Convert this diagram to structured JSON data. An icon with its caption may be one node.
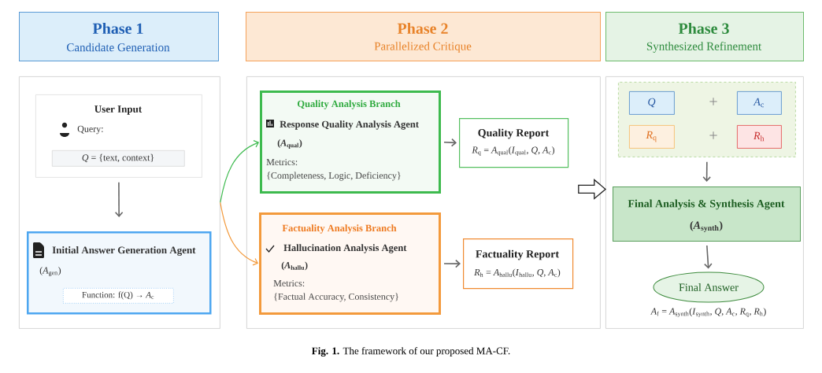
{
  "diagram": {
    "caption": "**Fig. 1.** The framework of our proposed MA-CF.",
    "nodes": [
      {
        "text": [
          "Phase 1",
          "Candidate Generation"
        ]
      },
      {
        "text": [
          "Phase 2",
          "Parallelized Critique"
        ]
      },
      {
        "text": [
          "Phase 3",
          "Synthesized Refinement"
        ]
      },
      {
        "text": [],
        "shape": "box"
      },
      {
        "text": [
          "User Input",
          "Query:"
        ],
        "in": 3
      },
      {
        "text": [
          "*Q* = {text, context}"
        ],
        "in": 4
      },
      {
        "text": [
          "Initial Answer Generation Agent",
          "(*A*$_{gen}$)"
        ],
        "in": 3
      },
      {
        "text": [
          "Function: f(Q) → *A*$_{c}$"
        ],
        "in": 6
      },
      {
        "text": [],
        "shape": "box"
      },
      {
        "text": [
          "Quality Analysis Branch",
          "Response Quality Analysis Agent",
          "(*A*$_{qual}$)",
          "Metrics:",
          "{Completeness, Logic, Deficiency}"
        ],
        "in": 8
      },
      {
        "text": [
          "Quality Report",
          "*R*$_{q}$ = *A*$_{qual}$(*I*$_{qual}$, *Q*, *A*$_{c}$)"
        ],
        "in": 8
      },
      {
        "text": [
          "Factuality Analysis Branch",
          "Hallucination Analysis Agent",
          "(*A*$_{hallu}$)",
          "Metrics:",
          "{Factual Accuracy, Consistency}"
        ],
        "in": 8
      },
      {
        "text": [
          "Factuality Report",
          "*R*$_{h}$ = *A*$_{hallu}$(*I*$_{hallu}$, *Q*, *A*$_{c}$)"
        ],
        "in": 8
      },
      {
        "text": [],
        "shape": "box"
      },
      {
        "text": [],
        "shape": "box",
        "in": 13
      },
      {
        "text": [
          "Q"
        ],
        "in": 14
      },
      {
        "text": [
          "*A*$_{c}$"
        ],
        "in": 14
      },
      {
        "text": [
          "*R*$_{q}$"
        ],
        "in": 14
      },
      {
        "text": [
          "*R*$_{h}$"
        ],
        "in": 14
      },
      {
        "text": [
          "Final Analysis & Synthesis Agent",
          "(*A*$_{synth}$)"
        ],
        "in": 13
      },
      {
        "text": [
          "Final Answer"
        ],
        "in": 13,
        "beside": [
          "*A*$_{f}$ = *A*$_{synth}$(*I*$_{synth}$, *Q*, *A*$_{c}$, *R*$_{q}$, *R*$_{h}$)"
        ]
      }
    ],
    "edges": [
      {
        "from": 4,
        "to": 6,
        "arrow": "to"
      },
      {
        "from": 3,
        "to": 9,
        "arrow": "to",
        "color": "#3dba4e"
      },
      {
        "from": 3,
        "to": 11,
        "arrow": "to",
        "color": "#f39a3c"
      },
      {
        "from": 9,
        "to": 10,
        "arrow": "to"
      },
      {
        "from": 11,
        "to": 12,
        "arrow": "to"
      },
      {
        "from": 8,
        "to": 13,
        "arrow": "to",
        "style": "thick"
      },
      {
        "from": 14,
        "to": 19,
        "arrow": "to"
      },
      {
        "from": 19,
        "to": 20,
        "arrow": "to"
      }
    ],
    "labels": [
      "+",
      "+"
    ]
  }
}
